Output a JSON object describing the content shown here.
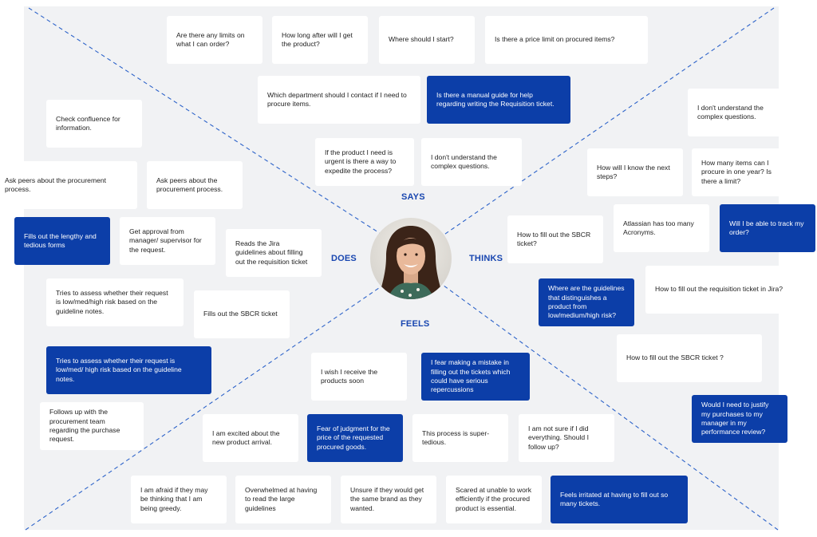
{
  "labels": {
    "says": "SAYS",
    "does": "DOES",
    "thinks": "THINKS",
    "feels": "FEELS"
  },
  "colors": {
    "accent": "#0c3ea8",
    "card": "#ffffff",
    "board": "#f1f2f4",
    "dash": "#2d63c9"
  },
  "says": [
    "Are there any limits on what I can order?",
    "How long after will I get the product?",
    "Where should I start?",
    "Is there a price limit on procured items?",
    "Which department should I contact if I need to procure items.",
    "Is there a manual guide for help regarding writing the Requisition ticket.",
    "If the product I need is urgent is there a way to expedite the process?",
    "I don't understand the complex questions."
  ],
  "does": [
    "Check confluence for information.",
    "Ask peers about the procurement process.",
    "Ask peers about the procurement process.",
    "Fills out the lengthy and tedious forms",
    "Get approval from manager/ supervisor for the request.",
    "Reads the Jira guidelines about filling out the requisition ticket",
    "Tries to assess whether their request is low/med/high risk based on the guideline notes.",
    "Fills out the SBCR ticket",
    "Tries to assess whether their request is low/med/ high risk based on the guideline notes.",
    "Follows up with the procurement team regarding the purchase request."
  ],
  "thinks": [
    "I don't understand the complex questions.",
    "How will I know the next steps?",
    "How many items can I procure in one year? Is there a limit?",
    "Atlassian has too many Acronyms.",
    "Will I be able to track my order?",
    "How to fill out the SBCR ticket?",
    "Where are the guidelines that distinguishes a product from low/medium/high risk?",
    "How to fill out the requisition ticket in Jira?",
    "How to fill out the SBCR ticket ?",
    "Would I need to justify my purchases to my manager in my performance review?"
  ],
  "feels": [
    "I wish I receive the products soon",
    "I fear making a mistake in filling out the tickets which could have serious repercussions",
    "I am excited about the new product arrival.",
    "Fear of judgment for the price of the requested procured goods.",
    "This process is super-tedious.",
    "I am not sure if I did everything. Should I follow up?",
    "I am afraid if they may be thinking that I am being greedy.",
    "Overwhelmed at having to read the large guidelines",
    "Unsure if they would get the same brand as they wanted.",
    "Scared at unable to work efficiently if the procured product is essential.",
    "Feels irritated at having to fill out so many tickets."
  ]
}
